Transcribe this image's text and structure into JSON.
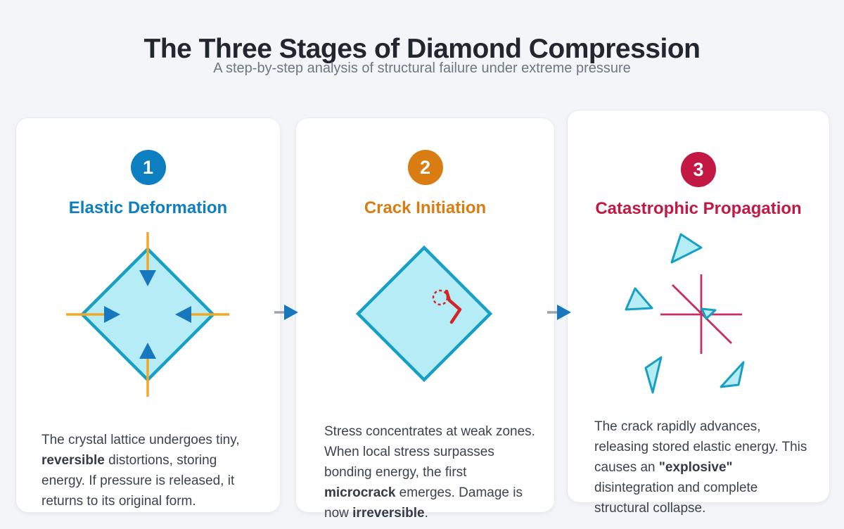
{
  "header": {
    "title": "The Three Stages of Diamond Compression",
    "subtitle": "A step-by-step analysis of structural failure under extreme pressure"
  },
  "colors": {
    "page_background": "#f3f5f8",
    "stage1_accent": "#0d7fc0",
    "stage2_accent": "#d97d12",
    "stage3_accent": "#c21843",
    "diamond_fill": "#b5ecf6",
    "diamond_stroke": "#17a0c4",
    "compress_line_orange": "#f5a623",
    "arrow_blue": "#1878be",
    "crack_red": "#d32525",
    "shatter_line_rose": "#c52e5e",
    "connector_gray": "#9aa3ad",
    "badge_text": "#ffffff"
  },
  "stages": [
    {
      "number": "1",
      "title": "Elastic Deformation",
      "icon": "compression-diamond-icon",
      "description": [
        {
          "t": "The crystal lattice undergoes tiny, "
        },
        {
          "t": "reversible",
          "b": true
        },
        {
          "t": " distortions, storing energy. If pressure is released, it returns to its original form."
        }
      ]
    },
    {
      "number": "2",
      "title": "Crack Initiation",
      "icon": "cracked-diamond-icon",
      "description": [
        {
          "t": "Stress concentrates at weak zones. When local stress surpasses bonding energy, the first "
        },
        {
          "t": "microcrack",
          "b": true
        },
        {
          "t": " emerges. Damage is now "
        },
        {
          "t": "irreversible",
          "b": true
        },
        {
          "t": "."
        }
      ]
    },
    {
      "number": "3",
      "title": "Catastrophic Propagation",
      "icon": "shattered-diamond-icon",
      "description": [
        {
          "t": "The crack rapidly advances, releasing stored elastic energy. This causes an "
        },
        {
          "t": "\"explosive\"",
          "b": true
        },
        {
          "t": " disintegration and complete structural collapse."
        }
      ]
    }
  ],
  "connector": {
    "icon": "flow-arrow-icon"
  }
}
